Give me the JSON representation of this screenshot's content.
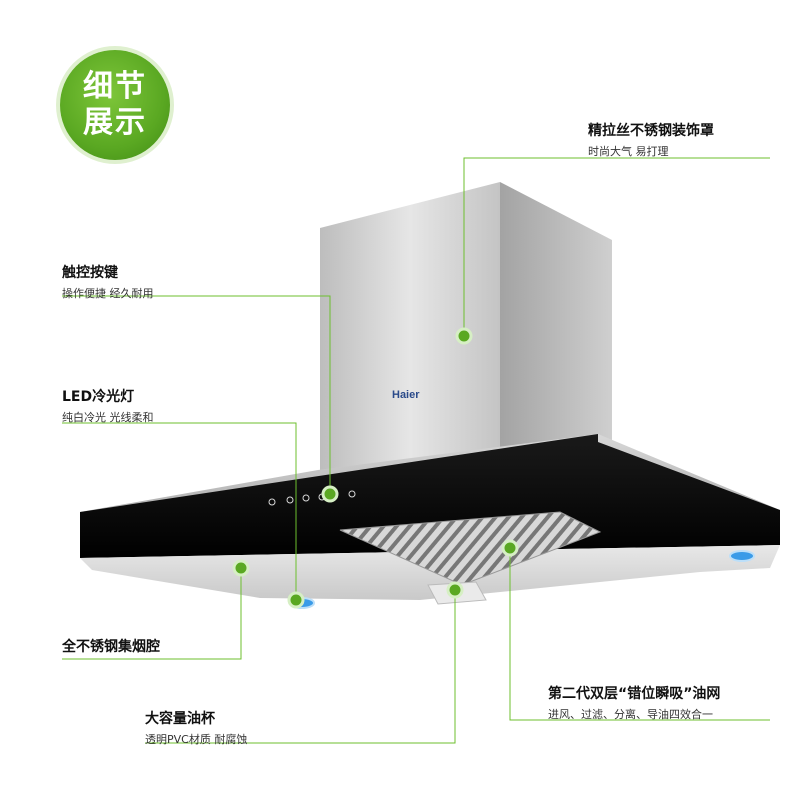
{
  "badge": {
    "line1": "细节",
    "line2": "展示"
  },
  "brand": "Haier",
  "colors": {
    "accent": "#5aa822",
    "line": "#6cbf2e"
  },
  "features": [
    {
      "title": "精拉丝不锈钢装饰罩",
      "subtitle": "时尚大气 易打理"
    },
    {
      "title": "触控按键",
      "subtitle": "操作便捷 经久耐用"
    },
    {
      "title": "LED冷光灯",
      "subtitle": "纯白冷光 光线柔和"
    },
    {
      "title": "全不锈钢集烟腔",
      "subtitle": ""
    },
    {
      "title": "第二代双层“错位瞬吸”油网",
      "subtitle": "进风、过滤、分离、导油四效合一"
    },
    {
      "title": "大容量油杯",
      "subtitle": "透明PVC材质 耐腐蚀"
    }
  ]
}
